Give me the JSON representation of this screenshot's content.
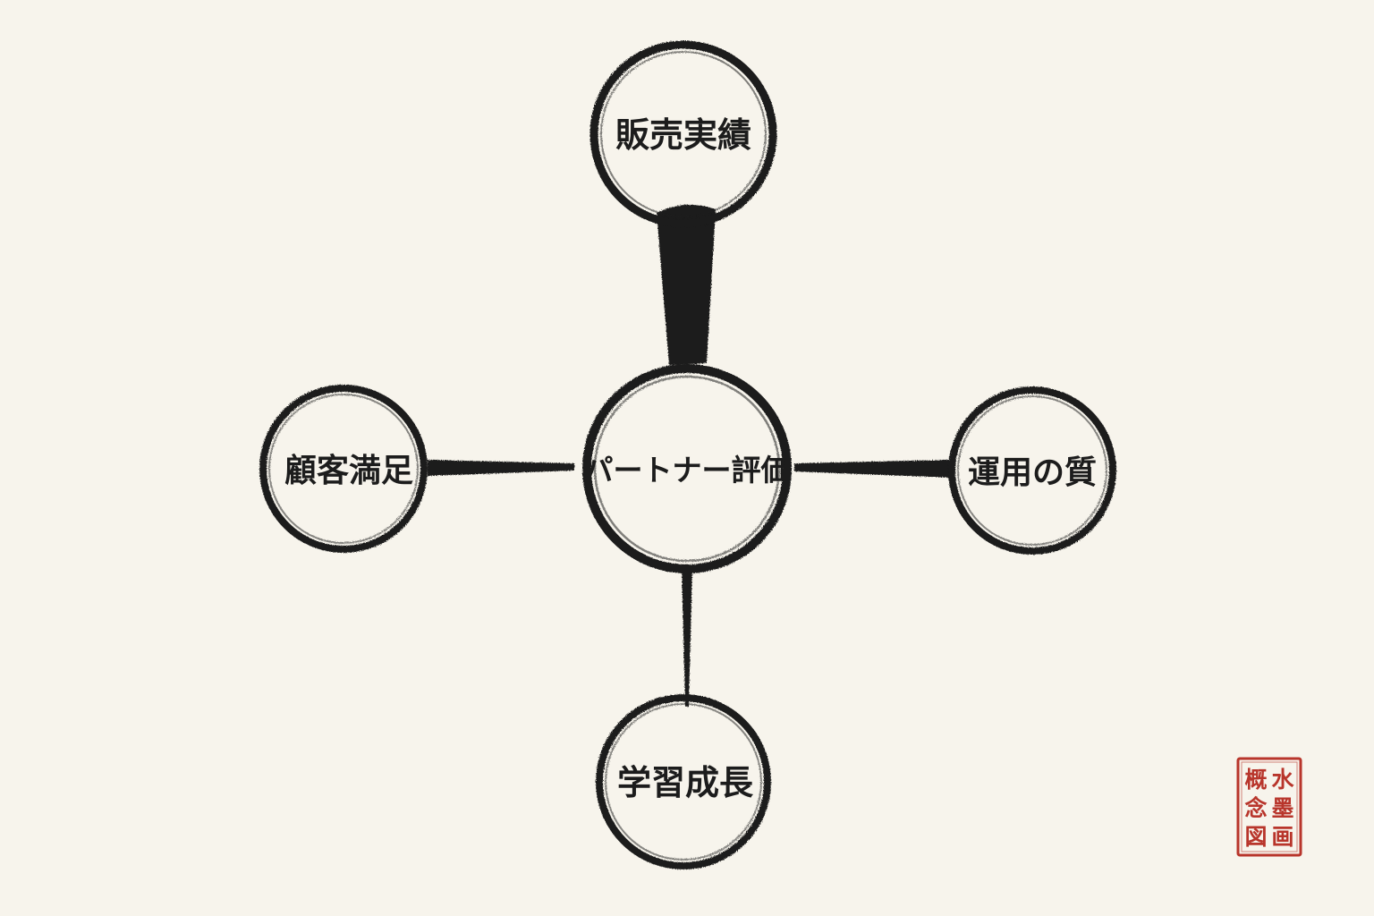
{
  "diagram": {
    "center": {
      "label": "パートナー評価"
    },
    "nodes": [
      {
        "id": "top",
        "label": "販売実績"
      },
      {
        "id": "left",
        "label": "顧客満足"
      },
      {
        "id": "right",
        "label": "運用の質"
      },
      {
        "id": "bottom",
        "label": "学習成長"
      }
    ]
  },
  "seal": {
    "columns": [
      [
        "水",
        "墨",
        "画"
      ],
      [
        "概",
        "念",
        "図"
      ]
    ]
  },
  "colors": {
    "paper": "#f7f4ec",
    "ink": "#1c1c1c",
    "seal": "#b8352b"
  }
}
